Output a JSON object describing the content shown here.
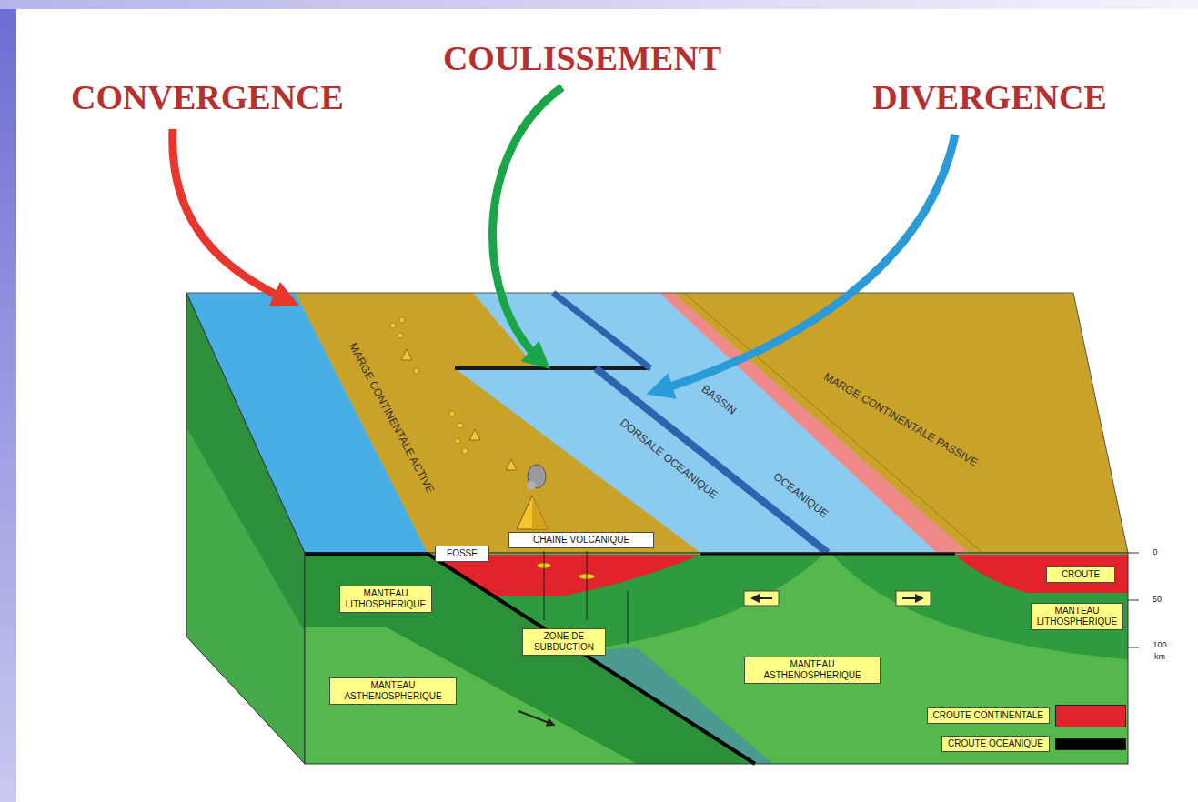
{
  "diagram": {
    "nodes": [
      {
        "text": [
          "FOSSE"
        ]
      },
      {
        "text": [
          "CHAINE VOLCANIQUE"
        ]
      },
      {
        "text": [
          "MANTEAU LITHOSPHERIQUE"
        ]
      },
      {
        "text": [
          "ZONE DE SUBDUCTION"
        ]
      },
      {
        "text": [
          "MANTEAU ASTHENOSPHERIQUE"
        ]
      },
      {
        "text": [
          "MANTEAU ASTHENOSPHERIQUE"
        ]
      },
      {
        "text": [
          "CROUTE"
        ]
      },
      {
        "text": [
          "MANTEAU LITHOSPHERIQUE"
        ]
      }
    ],
    "labels": [
      "CONVERGENCE",
      "COULISSEMENT",
      "DIVERGENCE",
      "MARGE CONTINENTALE ACTIVE",
      "DORSALE OCEANIQUE",
      "BASSIN",
      "OCEANIQUE",
      "MARGE CONTINENTALE PASSIVE",
      "0",
      "50",
      "100",
      "km"
    ],
    "legend": [
      {
        "text": "CROUTE CONTINENTALE",
        "color": "#e2232b"
      },
      {
        "text": "CROUTE OCEANIQUE",
        "color": "#000000"
      }
    ]
  }
}
